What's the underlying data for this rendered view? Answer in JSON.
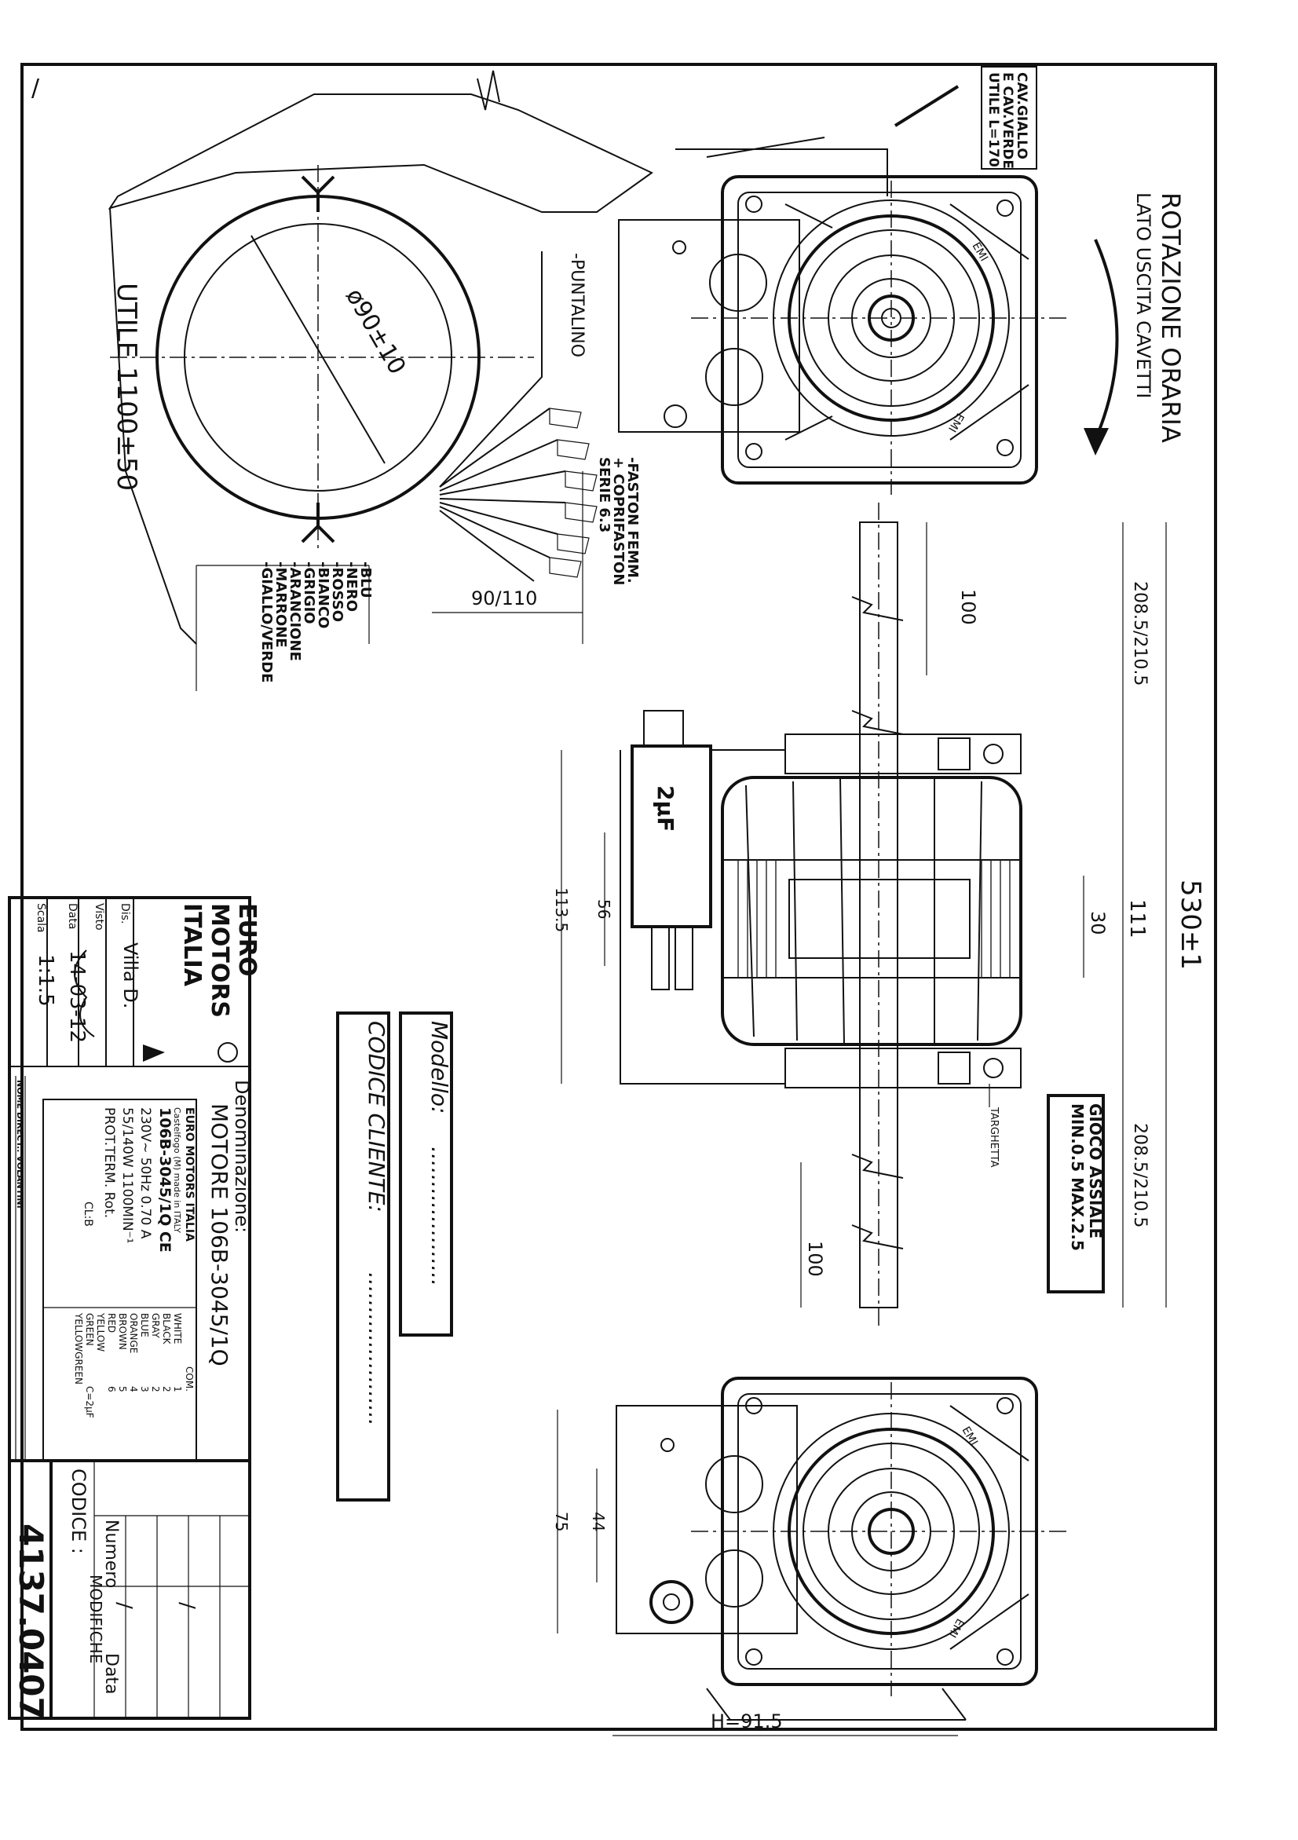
{
  "drawing": {
    "slash_mark": "/",
    "cable_note": [
      "CAV.GIALLO",
      "E CAV.VERDE",
      "UTILE L=170"
    ],
    "rotation": {
      "title": "ROTAZIONE ORARIA",
      "subtitle": "LATO USCITA CAVETTI"
    },
    "ring_diameter": "ø90±10",
    "puntalino": "-PUNTALINO",
    "utile_length": "UTILE 1100±50",
    "faston": [
      "-FASTON FEMM.",
      "+ COPRIFASTON",
      "SERIE 6.3"
    ],
    "lead_length": "90/110",
    "wire_colors": [
      "-BLU",
      "-NERO",
      "-ROSSO",
      "-BIANCO",
      "-GRIGIO",
      "-ARANCIONE",
      "-MARRONE",
      "-GIALLO/VERDE"
    ],
    "dimensions": {
      "total_length": "530±1",
      "shaft_length_a": "208.5/210.5",
      "shaft_length_b": "208.5/210.5",
      "shaft_ext_a": "100",
      "shaft_ext_b": "100",
      "body_length": "111",
      "stack_height": "30",
      "cap_width": "56",
      "bracket_width": "113.5",
      "mount_44": "44",
      "mount_75": "75",
      "height": "H=91.5"
    },
    "capacitor": "2µF",
    "emi_labels": [
      "EMI",
      "EMI",
      "EMI",
      "EMI"
    ],
    "targhetta": "TARGHETTA",
    "end_play": [
      "GIOCO ASSIALE",
      "MIN.0.5 MAX.2.5"
    ]
  },
  "fields": {
    "modello_label": "Modello:",
    "modello_value": "....................",
    "codice_cliente_label": "CODICE CLIENTE:",
    "codice_cliente_value": "......................"
  },
  "title_block": {
    "logo": [
      "EURO",
      "MOTORS",
      "ITALIA"
    ],
    "denominazione_label": "Denominazione:",
    "denominazione_value": "MOTORE 106B-3045/1Q",
    "dis_label": "Dis.",
    "dis_value": "Villa D.",
    "visto_label": "Visto",
    "data_label": "Data",
    "data_value": "14-03-12",
    "scala_label": "Scala",
    "scala_value": "1:1.5",
    "nameplate": [
      "EURO MOTORS ITALIA",
      "Castelfogo (M) made in ITALY",
      "106B-3045/1Q CE",
      "230V~ 50Hz 0.70 A",
      "55/140W 1100MIN⁻¹",
      "PROT.TERM.  Rot.",
      "CL:B"
    ],
    "wiring_table": {
      "headers": [
        "",
        "COM."
      ],
      "rows": [
        [
          "WHITE",
          "1"
        ],
        [
          "BLACK",
          "2"
        ],
        [
          "GRAY",
          "2"
        ],
        [
          "BLUE",
          "3"
        ],
        [
          "ORANGE",
          "4"
        ],
        [
          "BROWN",
          "5"
        ],
        [
          "RED",
          "6"
        ],
        [
          "YELLOW",
          ""
        ],
        [
          "GREEN",
          "C=2µF"
        ],
        [
          "YELLOWGREEN",
          ""
        ]
      ]
    },
    "nome_direct": "NOME DIRECT.: VOLANTINI",
    "modifiche": {
      "numero_label": "Numero",
      "data_label": "Data",
      "title": "MODIFICHE",
      "entries": [
        "/",
        "/"
      ]
    },
    "codice_label": "CODICE :",
    "codice_value": "4137.0407"
  }
}
